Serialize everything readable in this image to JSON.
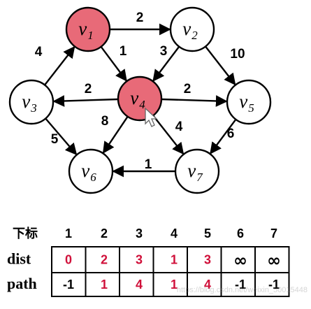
{
  "graph": {
    "nodes": [
      {
        "id": "v1",
        "base": "v",
        "sub": "1",
        "highlighted": true
      },
      {
        "id": "v2",
        "base": "v",
        "sub": "2",
        "highlighted": false
      },
      {
        "id": "v3",
        "base": "v",
        "sub": "3",
        "highlighted": false
      },
      {
        "id": "v4",
        "base": "v",
        "sub": "4",
        "highlighted": true
      },
      {
        "id": "v5",
        "base": "v",
        "sub": "5",
        "highlighted": false
      },
      {
        "id": "v6",
        "base": "v",
        "sub": "6",
        "highlighted": false
      },
      {
        "id": "v7",
        "base": "v",
        "sub": "7",
        "highlighted": false
      }
    ],
    "edges": [
      {
        "from": "v1",
        "to": "v2",
        "weight": "2"
      },
      {
        "from": "v1",
        "to": "v4",
        "weight": "1"
      },
      {
        "from": "v3",
        "to": "v1",
        "weight": "4"
      },
      {
        "from": "v2",
        "to": "v4",
        "weight": "3"
      },
      {
        "from": "v2",
        "to": "v5",
        "weight": "10"
      },
      {
        "from": "v4",
        "to": "v3",
        "weight": "2"
      },
      {
        "from": "v4",
        "to": "v5",
        "weight": "2"
      },
      {
        "from": "v4",
        "to": "v6",
        "weight": "8"
      },
      {
        "from": "v4",
        "to": "v7",
        "weight": "4"
      },
      {
        "from": "v3",
        "to": "v6",
        "weight": "5"
      },
      {
        "from": "v5",
        "to": "v7",
        "weight": "6"
      },
      {
        "from": "v7",
        "to": "v6",
        "weight": "1"
      }
    ]
  },
  "table": {
    "header_label": "下标",
    "indices": [
      "1",
      "2",
      "3",
      "4",
      "5",
      "6",
      "7"
    ],
    "dist_label": "dist",
    "dist": [
      "0",
      "2",
      "3",
      "1",
      "3",
      "∞",
      "∞"
    ],
    "path_label": "path",
    "path": [
      "-1",
      "1",
      "4",
      "1",
      "4",
      "-1",
      "-1"
    ]
  },
  "watermark": "https://blog.csdn.net/weixin_50015448",
  "colors": {
    "highlight_fill": "#e86a78",
    "node_stroke": "#000000",
    "value_red": "#d0103a",
    "text": "#000000"
  }
}
